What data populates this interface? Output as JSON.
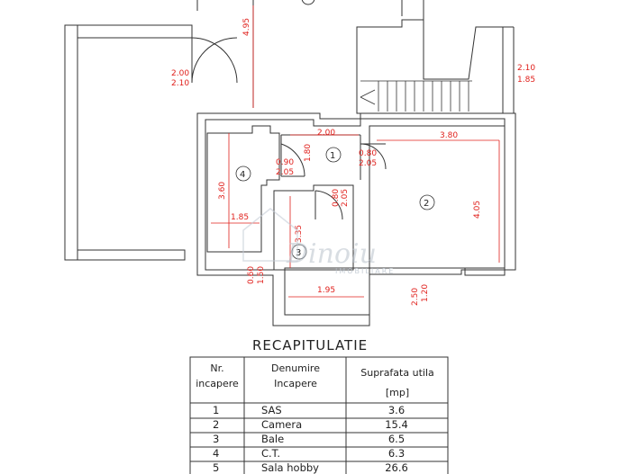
{
  "plan": {
    "dimensions": {
      "top_corridor": "4.95",
      "door_left_a": "2.00",
      "door_left_b": "2.10",
      "window_right_a": "2.10",
      "window_right_b": "1.85",
      "sas_width": "2.00",
      "sas_h": "1.80",
      "door_ct_a": "0.90",
      "door_ct_b": "2.05",
      "door_camera_a": "0.80",
      "door_camera_b": "2.05",
      "camera_width": "3.80",
      "camera_height": "4.05",
      "ct_height": "3.60",
      "ct_width": "1.85",
      "door_bale_a": "0.80",
      "door_bale_b": "2.05",
      "bale_height": "3.35",
      "bale_width": "1.95",
      "window_left_a": "0.60",
      "window_left_b": "1.50",
      "window_bottom_a": "2.50",
      "window_bottom_b": "1.20"
    },
    "room_numbers": [
      "1",
      "2",
      "3",
      "4"
    ],
    "watermark": {
      "name": "Dinoiu",
      "sub": "IMOBILIARE"
    }
  },
  "summary": {
    "title": "RECAPITULATIE",
    "headers": {
      "col1": [
        "Nr.",
        "incapere"
      ],
      "col2": [
        "Denumire",
        "Incapere"
      ],
      "col3": [
        "Suprafata utila",
        "[mp]"
      ]
    },
    "rows": [
      {
        "nr": "1",
        "name": "SAS",
        "area": "3.6"
      },
      {
        "nr": "2",
        "name": "Camera",
        "area": "15.4"
      },
      {
        "nr": "3",
        "name": "Bale",
        "area": "6.5"
      },
      {
        "nr": "4",
        "name": "C.T.",
        "area": "6.3"
      },
      {
        "nr": "5",
        "name": "Sala hobby",
        "area": "26.6"
      }
    ]
  }
}
